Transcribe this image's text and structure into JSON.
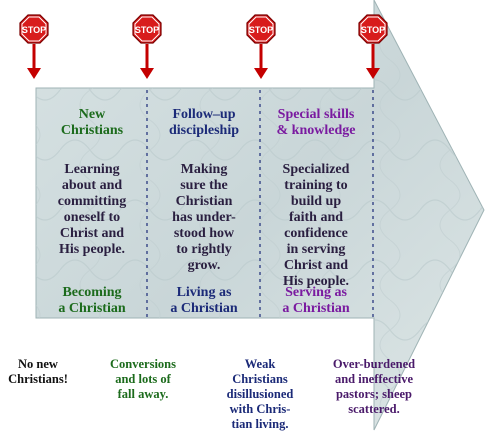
{
  "stops": [
    {
      "label": "STOP"
    },
    {
      "label": "STOP"
    },
    {
      "label": "STOP"
    },
    {
      "label": "STOP"
    }
  ],
  "stages": [
    {
      "header": "New\nChristians",
      "body": "Learning\nabout and\ncommitting\noneself to\nChrist and\nHis people.",
      "footer": "Becoming\na Christian",
      "color": "#1c6b1c"
    },
    {
      "header": "Follow–up\ndiscipleship",
      "body": "Making\nsure the\nChristian\nhas under-\nstood how\nto rightly\ngrow.",
      "footer": "Living as\na Christian",
      "color": "#1b2a78"
    },
    {
      "header": "Special skills\n& knowledge",
      "body": "Specialized\ntraining to\nbuild up\nfaith and\nconfidence\nin serving\nChrist and\nHis people.",
      "footer": "Serving as\na Christian",
      "color": "#7a1aa0"
    }
  ],
  "outcomes": [
    {
      "text": "No new\nChristians!",
      "color": "#111111"
    },
    {
      "text": "Conversions\nand lots of\nfall away.",
      "color": "#1c6b1c"
    },
    {
      "text": "Weak\nChristians\ndisillusioned\nwith Chris-\ntian living.",
      "color": "#1b2a78"
    },
    {
      "text": "Over-burdened\nand ineffective\npastors; sheep\nscattered.",
      "color": "#4a1a6a"
    }
  ]
}
